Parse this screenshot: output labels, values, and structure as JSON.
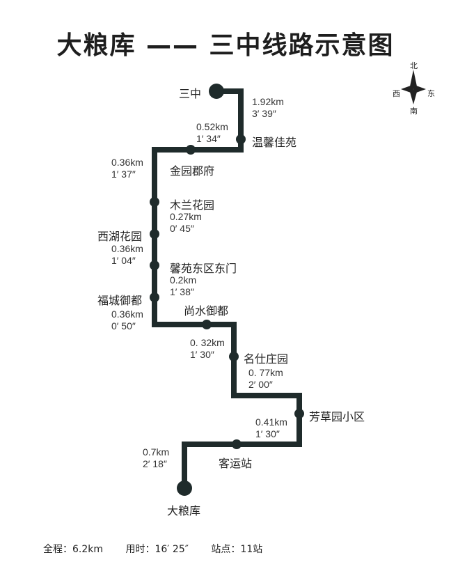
{
  "title": "大粮库 —— 三中线路示意图",
  "compass": {
    "north": "北",
    "south": "南",
    "west": "西",
    "east": "东"
  },
  "colors": {
    "route": "#1f2b2b",
    "text": "#222222"
  },
  "stations": [
    "三中",
    "温馨佳苑",
    "金园郡府",
    "木兰花园",
    "西湖花园",
    "馨苑东区东门",
    "福城御都",
    "尚水御都",
    "名仕庄园",
    "芳草园小区",
    "客运站",
    "大粮库"
  ],
  "segments": [
    {
      "distance": "1.92km",
      "time": "3′ 39″"
    },
    {
      "distance": "0.52km",
      "time": "1′ 34″"
    },
    {
      "distance": "0.36km",
      "time": "1′ 37″"
    },
    {
      "distance": "0.27km",
      "time": "0′ 45″"
    },
    {
      "distance": "0.36km",
      "time": "1′ 04″"
    },
    {
      "distance": "0.2km",
      "time": "1′ 38″"
    },
    {
      "distance": "0.36km",
      "time": "0′ 50″"
    },
    {
      "distance": "0. 32km",
      "time": "1′ 30″"
    },
    {
      "distance": "0. 77km",
      "time": "2′ 00″"
    },
    {
      "distance": "0.41km",
      "time": "1′ 30″"
    },
    {
      "distance": "0.7km",
      "time": "2′ 18″"
    }
  ],
  "footer": {
    "total": "全程：6.2km",
    "duration": "用时：16′ 25″",
    "stops": "站点：11站"
  }
}
